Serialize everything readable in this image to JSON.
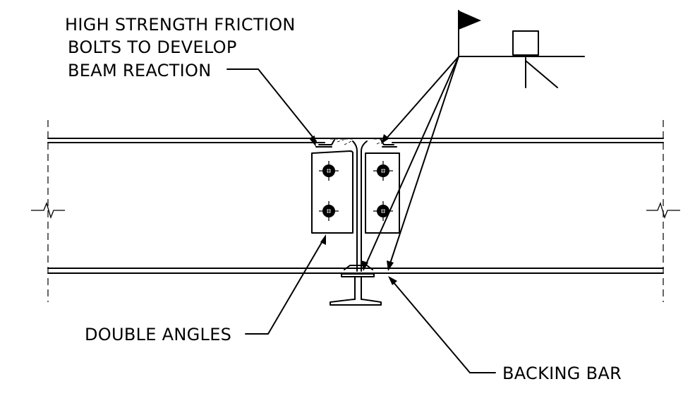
{
  "labels": {
    "bolts_line1": "HIGH STRENGTH FRICTION",
    "bolts_line2": "BOLTS TO DEVELOP",
    "bolts_line3": "BEAM REACTION",
    "double_angles": "DOUBLE ANGLES",
    "backing_bar": "BACKING BAR"
  }
}
